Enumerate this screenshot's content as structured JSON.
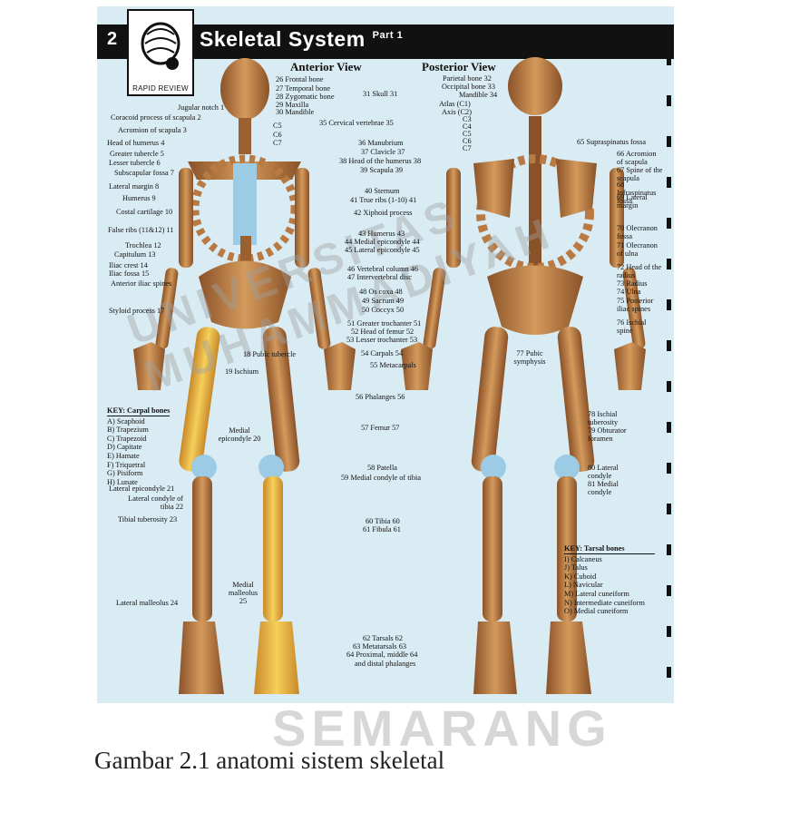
{
  "header": {
    "page_number": "2",
    "title": "Skeletal System",
    "part": "Part 1",
    "logo_caption": "RAPID REVIEW"
  },
  "views": {
    "anterior": "Anterior View",
    "posterior": "Posterior View"
  },
  "labels_left": [
    "Jugular notch 1",
    "Coracoid process of scapula 2",
    "Acromion of scapula 3",
    "Head of humerus 4",
    "Greater tubercle 5",
    "Lesser tubercle 6",
    "Subscapular fossa 7",
    "Lateral margin 8",
    "Humerus 9",
    "Costal cartilage 10",
    "False ribs (11&12) 11",
    "Trochlea 12",
    "Capitulum 13",
    "Iliac crest 14",
    "Iliac fossa 15",
    "Anterior iliac spines",
    "Styloid process 17"
  ],
  "labels_center": [
    "26 Frontal bone",
    "27 Temporal bone",
    "28 Zygomatic bone",
    "29 Maxilla",
    "30 Mandible",
    "31 Skull 31",
    "35 Cervical vertebrae 35",
    "36 Manubrium",
    "37 Clavicle 37",
    "38 Head of the humerus 38",
    "39 Scapula 39",
    "40 Sternum",
    "41 True ribs (1-10) 41",
    "42 Xiphoid process",
    "43 Humerus 43",
    "44 Medial epicondyle 44",
    "45 Lateral epicondyle 45",
    "46 Vertebral column 46",
    "47 Intervertebral disc",
    "48 Os coxa 48",
    "49 Sacrum 49",
    "50 Coccyx 50",
    "51 Greater trochanter 51",
    "52 Head of femur 52",
    "53 Lesser trochanter 53",
    "54 Carpals 54",
    "55 Metacarpals",
    "56 Phalanges 56",
    "57 Femur 57",
    "58 Patella",
    "59 Medial condyle of tibia",
    "60 Tibia 60",
    "61 Fibula 61",
    "62 Tarsals 62",
    "63 Metatarsals 63",
    "64 Proximal, middle 64",
    "and distal phalanges"
  ],
  "labels_posterior": [
    "Parietal bone 32",
    "Occipital bone 33",
    "Mandible 34",
    "Atlas (C1)",
    "Axis (C2)",
    "C3",
    "C4",
    "C5",
    "C6",
    "C7",
    "65 Supraspinatus fossa",
    "66 Acromion of scapula",
    "67 Spine of the scapula",
    "68 Infraspinatus fossa",
    "69 Lateral margin",
    "70 Olecranon fossa",
    "71 Olecranon of ulna",
    "72 Head of the radius",
    "73 Radius",
    "74 Ulna",
    "75 Posterior iliac spines",
    "76 Ischial spine",
    "77 Pubic symphysis",
    "78 Ischial tuberosity",
    "79 Obturator foramen",
    "80 Lateral condyle",
    "81 Medial condyle"
  ],
  "labels_lower_left": [
    "18 Pubic tubercle",
    "19 Ischium",
    "Medial epicondyle 20",
    "Lateral epicondyle 21",
    "Lateral condyle of tibia 22",
    "Tibial tuberosity 23",
    "Medial malleolus 25",
    "Lateral malleolus 24"
  ],
  "cervical_front": [
    "C5",
    "C6",
    "C7"
  ],
  "carpal_key": {
    "title": "KEY: Carpal bones",
    "items": [
      "A) Scaphoid",
      "B) Trapezium",
      "C) Trapezoid",
      "D) Capitate",
      "E) Hamate",
      "F) Triquetral",
      "G) Pisiform",
      "H) Lunate"
    ]
  },
  "tarsal_key": {
    "title": "KEY: Tarsal bones",
    "items": [
      "I) Calcaneus",
      "J) Talus",
      "K) Cuboid",
      "L) Navicular",
      "M) Lateral cuneiform",
      "N) Intermediate cuneiform",
      "O) Medial cuneiform"
    ]
  },
  "watermark": {
    "top": "UNIVERSITAS MUHAMMADIYAH",
    "bottom": "SEMARANG"
  },
  "caption": "Gambar 2.1 anatomi sistem skeletal",
  "colors": {
    "plate": "#d9ecf4",
    "bone": "#c8894e",
    "bone_dark": "#8a5228",
    "highlight": "#f2c13a",
    "cartilage": "#9ccbe6"
  }
}
